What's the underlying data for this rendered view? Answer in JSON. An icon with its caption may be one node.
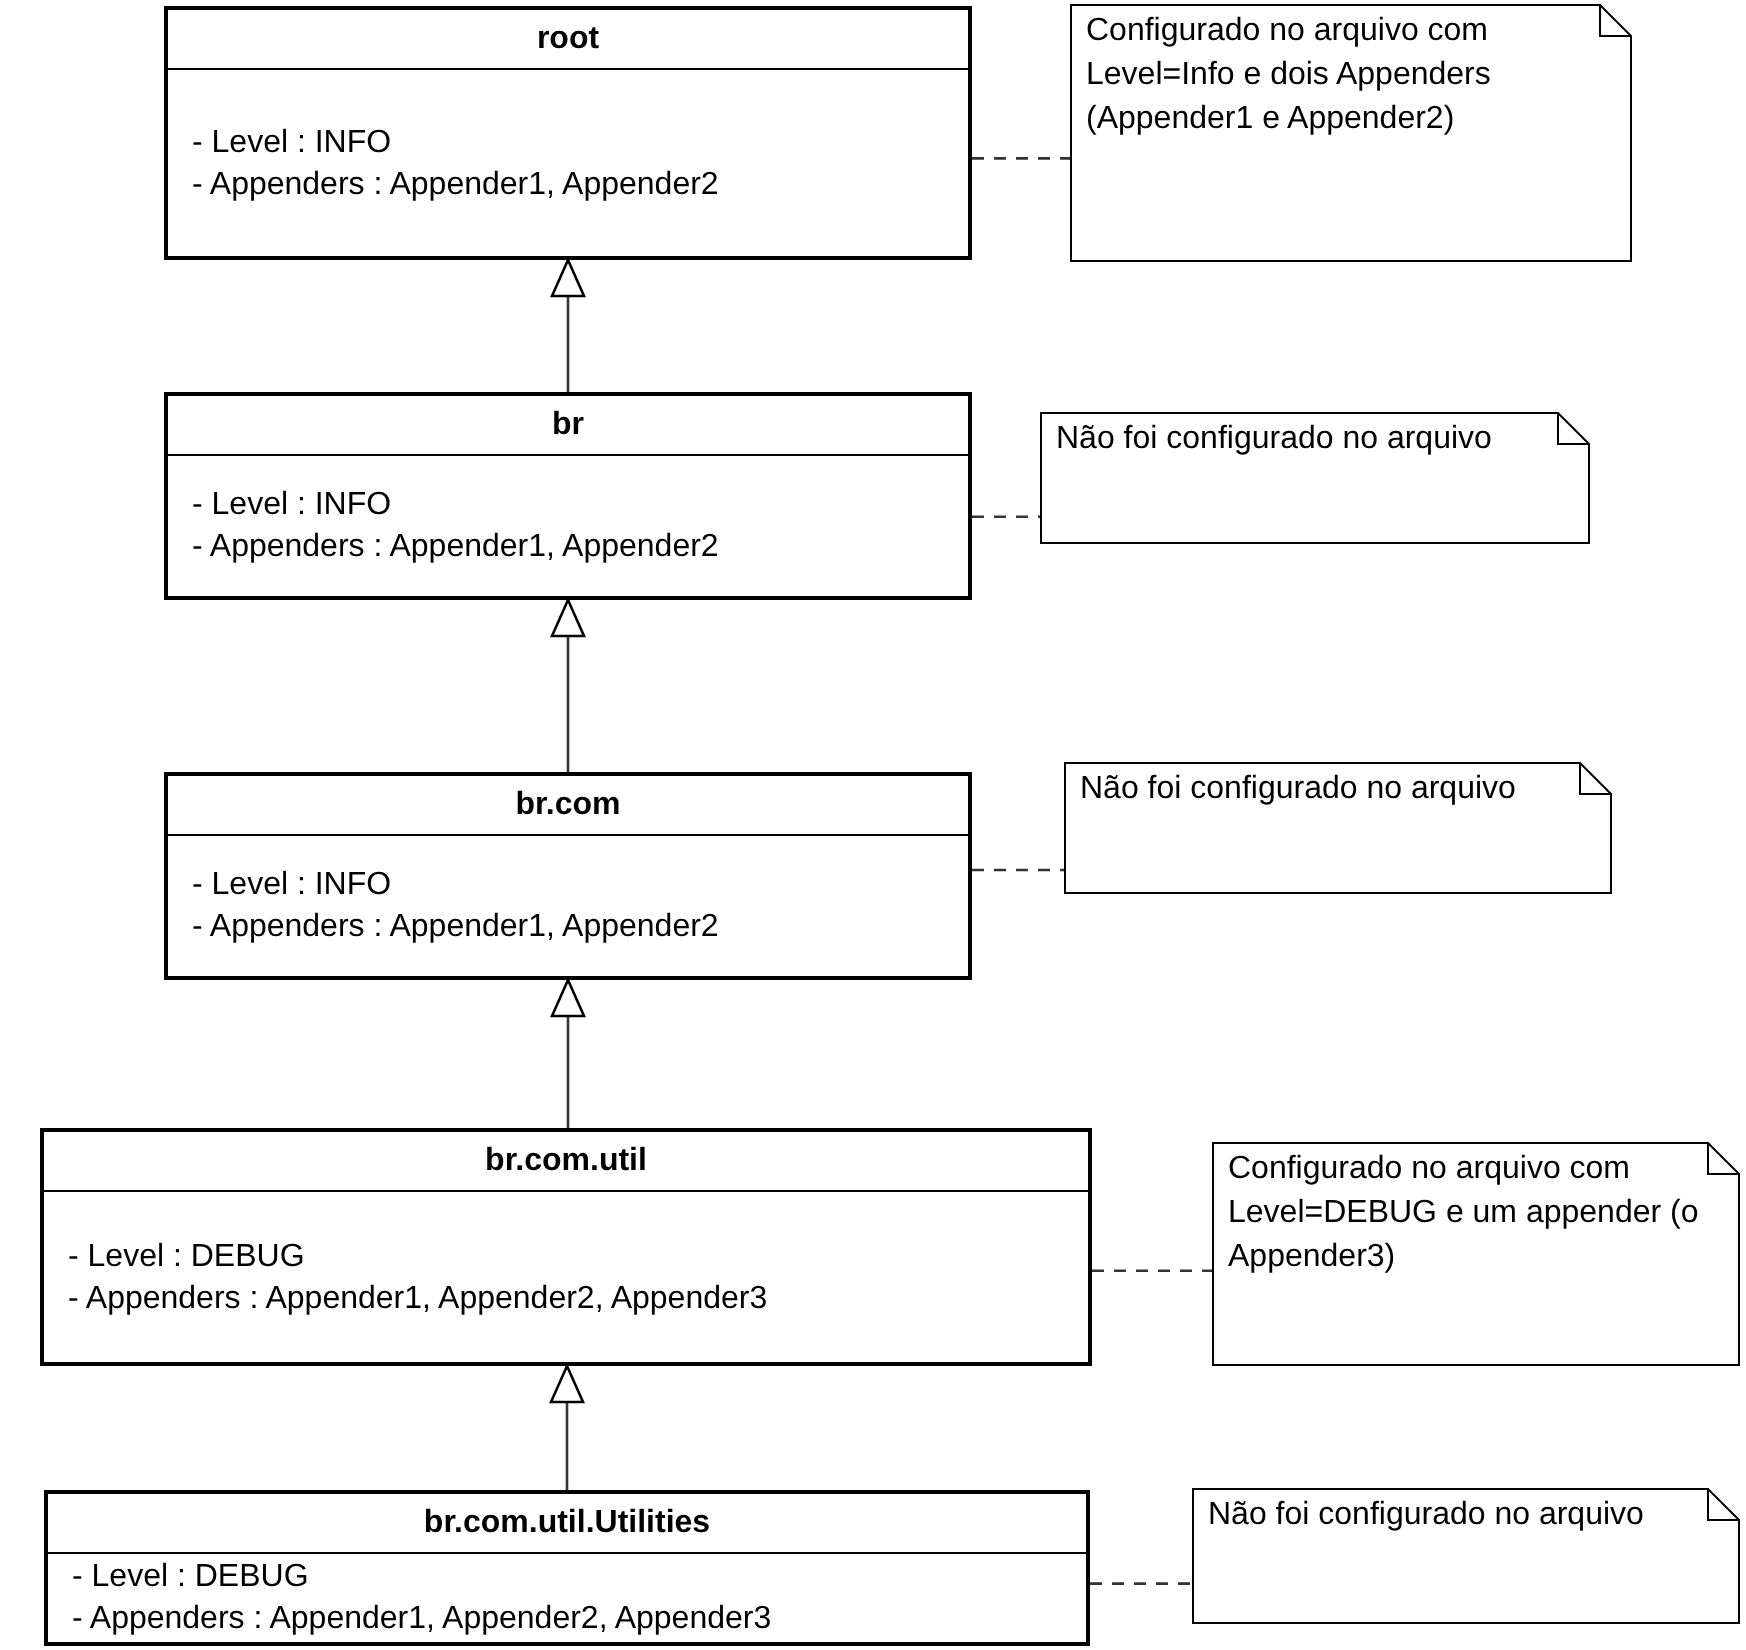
{
  "diagram": {
    "nodes": [
      {
        "text": [
          "root",
          "- Level : INFO",
          "- Appenders : Appender1, Appender2"
        ]
      },
      {
        "text": [
          "Configurado no arquivo com Level=Info e dois Appenders (Appender1 e Appender2)"
        ]
      },
      {
        "text": [
          "br",
          "- Level : INFO",
          "- Appenders : Appender1, Appender2"
        ]
      },
      {
        "text": [
          "Não foi configurado no arquivo"
        ]
      },
      {
        "text": [
          "br.com",
          "- Level : INFO",
          "- Appenders : Appender1, Appender2"
        ]
      },
      {
        "text": [
          "Não foi configurado no arquivo"
        ]
      },
      {
        "text": [
          "br.com.util",
          "- Level : DEBUG",
          "- Appenders : Appender1, Appender2, Appender3"
        ]
      },
      {
        "text": [
          "Configurado no arquivo com Level=DEBUG e um appender (o Appender3)"
        ]
      },
      {
        "text": [
          "br.com.util.Utilities",
          "- Level : DEBUG",
          "- Appenders : Appender1, Appender2, Appender3"
        ]
      },
      {
        "text": [
          "Não foi configurado no arquivo"
        ]
      }
    ],
    "edges": [
      {
        "from": 2,
        "to": 0,
        "arrow": "to"
      },
      {
        "from": 4,
        "to": 2,
        "arrow": "to"
      },
      {
        "from": 6,
        "to": 4,
        "arrow": "to"
      },
      {
        "from": 8,
        "to": 6,
        "arrow": "to"
      },
      {
        "from": 0,
        "to": 1,
        "arrow": "none",
        "style": "dashed"
      },
      {
        "from": 2,
        "to": 3,
        "arrow": "none",
        "style": "dashed"
      },
      {
        "from": 4,
        "to": 5,
        "arrow": "none",
        "style": "dashed"
      },
      {
        "from": 6,
        "to": 7,
        "arrow": "none",
        "style": "dashed"
      },
      {
        "from": 8,
        "to": 9,
        "arrow": "none",
        "style": "dashed"
      }
    ]
  }
}
